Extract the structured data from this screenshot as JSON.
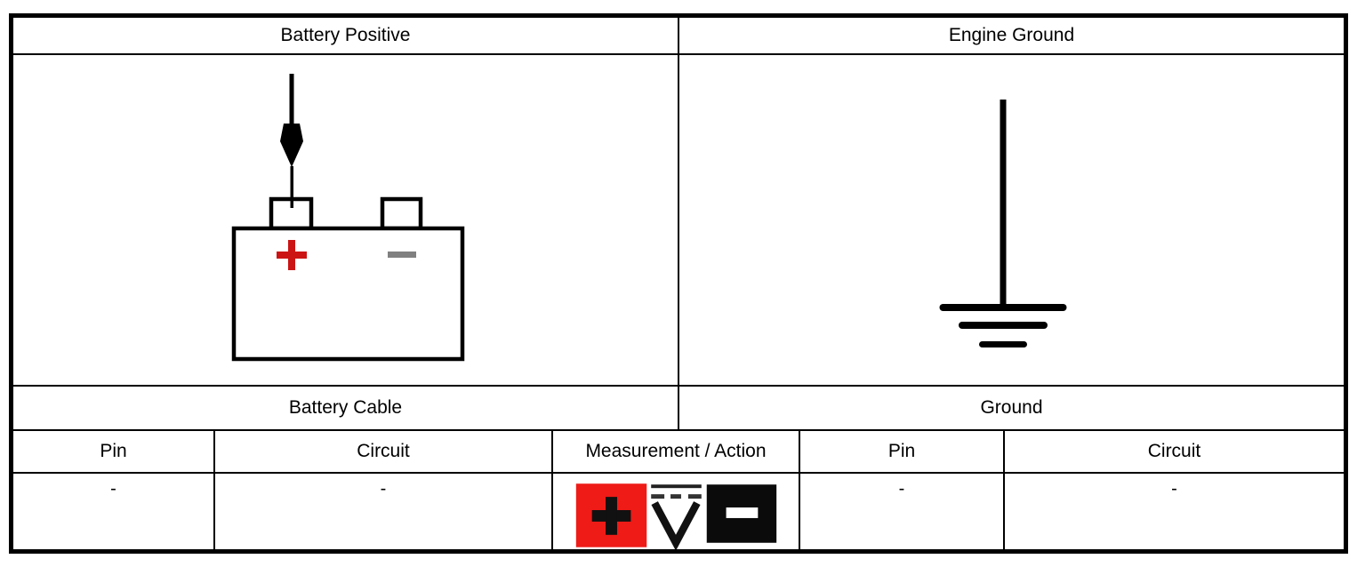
{
  "table": {
    "left": {
      "header": "Battery Positive",
      "symbol_label": "Battery Cable",
      "columns": {
        "pin": "Pin",
        "circuit": "Circuit"
      },
      "values": {
        "pin": "-",
        "circuit": "-"
      },
      "symbol": "battery-with-red-probe-on-positive-terminal",
      "battery_marks": {
        "positive": "+",
        "negative": "−"
      }
    },
    "right": {
      "header": "Engine Ground",
      "symbol_label": "Ground",
      "columns": {
        "pin": "Pin",
        "circuit": "Circuit"
      },
      "values": {
        "pin": "-",
        "circuit": "-"
      },
      "symbol": "earth-ground-symbol"
    },
    "measurement": {
      "header": "Measurement / Action",
      "icons": [
        {
          "name": "positive-probe-icon",
          "meaning": "red positive probe",
          "glyph": "+"
        },
        {
          "name": "dc-voltage-icon",
          "meaning": "DC voltage measurement",
          "glyph": "V"
        },
        {
          "name": "negative-probe-icon",
          "meaning": "black negative probe",
          "glyph": "−"
        }
      ]
    }
  },
  "colors": {
    "border": "#000000",
    "background": "#ffffff",
    "battery_plus": "#cc1414",
    "battery_minus": "#808080",
    "probe_red": "#ee1b17",
    "probe_black": "#0b0b0b",
    "icon_ink": "#111111"
  }
}
